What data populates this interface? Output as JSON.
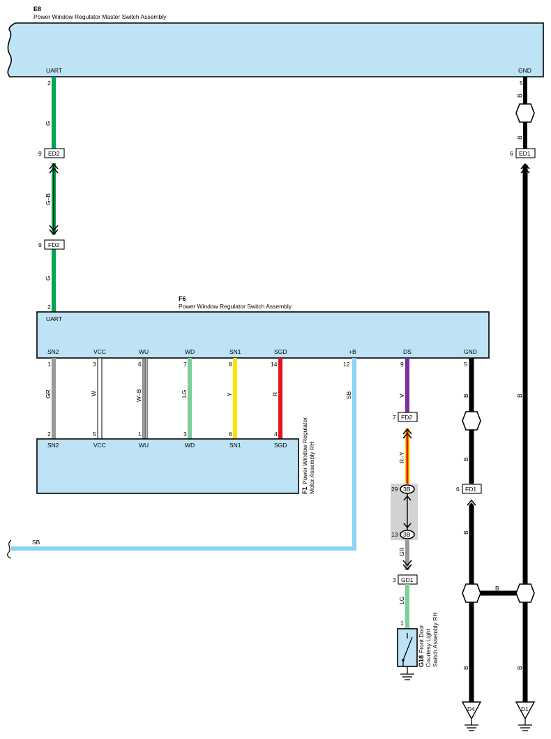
{
  "components": {
    "e8": {
      "code": "E8",
      "name": "Power Window Regulator Master Switch Assembly",
      "pin_uart": "UART",
      "pin_gnd": "GND"
    },
    "f6": {
      "code": "F6",
      "name": "Power Window Regulator Switch Assembly",
      "pin_uart": "UART",
      "pins": [
        "SN2",
        "VCC",
        "WU",
        "WD",
        "SN1",
        "SGD",
        "+B",
        "DS",
        "GND"
      ]
    },
    "f1": {
      "code": "F1",
      "name_line1": "Power Window Regulator",
      "name_line2": "Motor Assembly RH",
      "pins": [
        "SN2",
        "VCC",
        "WU",
        "WD",
        "SN1",
        "SGD"
      ]
    },
    "g18": {
      "code": "G18",
      "name_line1": "Front Door",
      "name_line2": "Courtesy Light",
      "name_line3": "Switch Assembly RH"
    }
  },
  "connectors": {
    "ed2": "ED2",
    "fd2_left": "FD2",
    "ed1": "ED1",
    "fd2_right": "FD2",
    "fd1": "FD1",
    "jb_top": "3B",
    "jb_bottom": "3B",
    "gd1": "GD1"
  },
  "pin_numbers": {
    "e8_uart": "2",
    "ed2": "9",
    "fd2_left": "9",
    "f6_uart": "2",
    "e8_gnd": "5",
    "ed1": "6",
    "f6_sn2": "1",
    "f6_vcc": "3",
    "f6_wu": "6",
    "f6_wd": "7",
    "f6_sn1": "8",
    "f6_sgd": "14",
    "f6_b": "12",
    "f6_ds": "9",
    "f6_gnd": "5",
    "f1_sn2": "2",
    "f1_vcc": "5",
    "f1_wu": "1",
    "f1_wd": "3",
    "f1_sn1": "6",
    "f1_sgd": "4",
    "fd2_right": "7",
    "jb_top": "29",
    "jb_bottom": "13",
    "gd1": "3",
    "g18": "1",
    "fd1": "6"
  },
  "wire_colors": {
    "uart_upper": "G",
    "uart_mid": "G–B",
    "uart_lower": "G",
    "gnd_upper": "B",
    "gnd_lower": "B",
    "sn2": "GR",
    "vcc": "W",
    "wu": "W–B",
    "wd": "LG",
    "sn1": "Y",
    "sgd": "R",
    "b": "SB",
    "sb_horizontal": "SB",
    "ds": "V",
    "ds_ry": "R–Y",
    "ds_gr": "GR",
    "ds_lg": "LG",
    "f6_gnd_upper": "B",
    "f6_gnd_mid": "B",
    "right_main": "B",
    "bridge": "B",
    "d4_lead": "B",
    "d1_lead": "B"
  },
  "grounds": {
    "d4": "D4",
    "d1": "D1"
  },
  "colors": {
    "component_fill": "#bde3f5",
    "green": "#00a651",
    "light_green": "#7ccf9a",
    "gray": "#9a9a9a",
    "yellow": "#ffe000",
    "red": "#e3151b",
    "sky_blue": "#8ad3f2",
    "violet": "#7a2f9c",
    "red_yellow": "#e8621c",
    "junction_block": "#d2d2d2",
    "black": "#000000"
  }
}
